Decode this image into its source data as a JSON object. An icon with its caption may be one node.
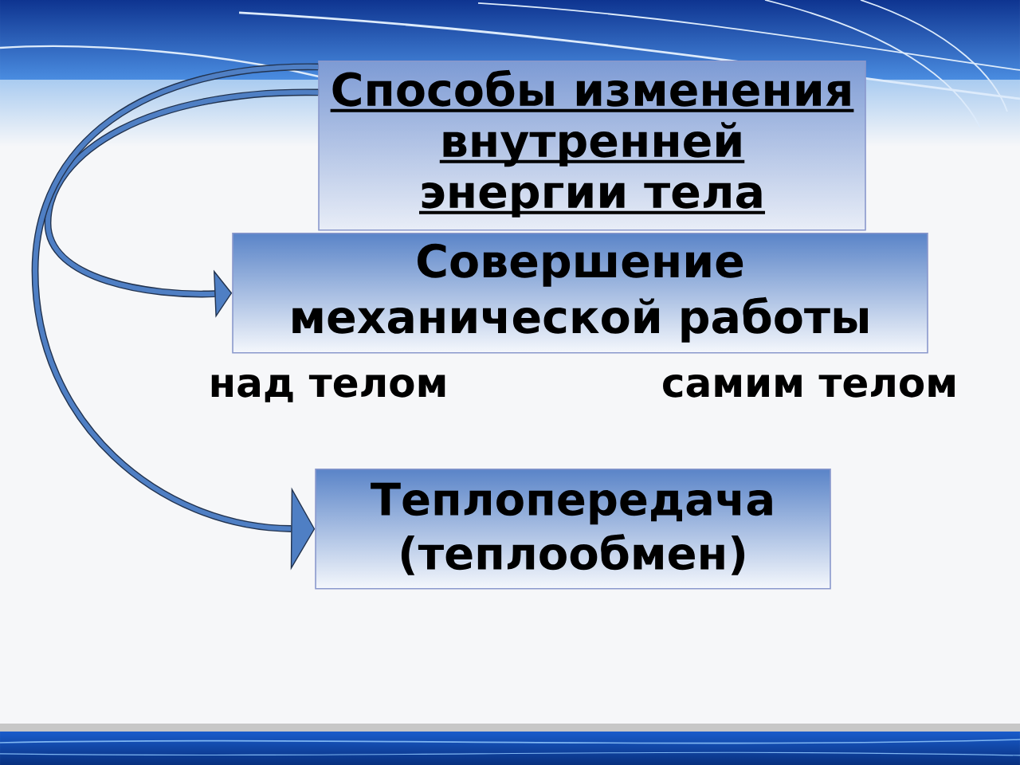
{
  "diagram": {
    "nodes": [
      {
        "text": [
          "Способы изменения внутренней энергии тела"
        ]
      },
      {
        "text": [
          "Совершение механической  работы"
        ]
      },
      {
        "text": [
          "Теплопередача (теплообмен)"
        ]
      }
    ],
    "edges": [
      {
        "from": 0,
        "to": 1,
        "arrow": "to"
      },
      {
        "from": 0,
        "to": 2,
        "arrow": "to"
      }
    ],
    "labels": [
      "над телом",
      "самим телом"
    ]
  }
}
